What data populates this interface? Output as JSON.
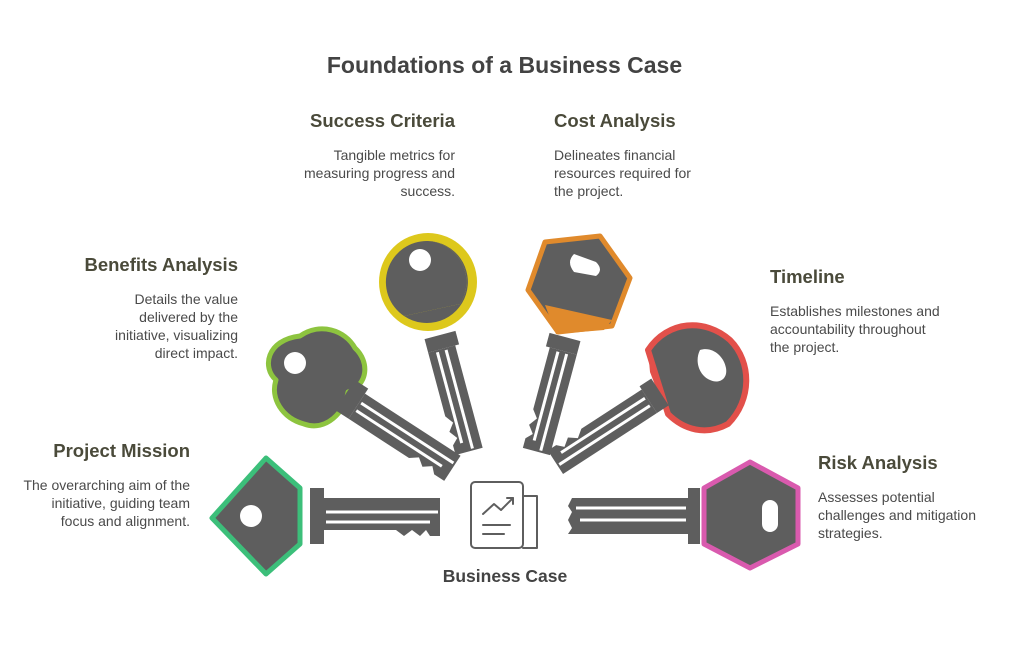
{
  "title": "Foundations of a Business Case",
  "center": {
    "label": "Business Case",
    "icon": "chart-document-icon"
  },
  "items": [
    {
      "id": "project-mission",
      "title": "Project Mission",
      "text": "The overarching aim of the initiative, guiding team focus and alignment.",
      "color": "#3cbf7a"
    },
    {
      "id": "benefits-analysis",
      "title": "Benefits Analysis",
      "text": "Details the value delivered by the initiative, visualizing direct impact.",
      "color": "#8dc43f"
    },
    {
      "id": "success-criteria",
      "title": "Success Criteria",
      "text": "Tangible metrics for measuring progress and success.",
      "color": "#ddc81c"
    },
    {
      "id": "cost-analysis",
      "title": "Cost Analysis",
      "text": "Delineates financial resources required for the project.",
      "color": "#e08a2c"
    },
    {
      "id": "timeline",
      "title": "Timeline",
      "text": "Establishes milestones and accountability throughout the project.",
      "color": "#e2504a"
    },
    {
      "id": "risk-analysis",
      "title": "Risk Analysis",
      "text": "Assesses potential challenges and mitigation strategies.",
      "color": "#d95aae"
    }
  ],
  "colors": {
    "key_body": "#5e5e5e",
    "text_dark": "#434343"
  }
}
